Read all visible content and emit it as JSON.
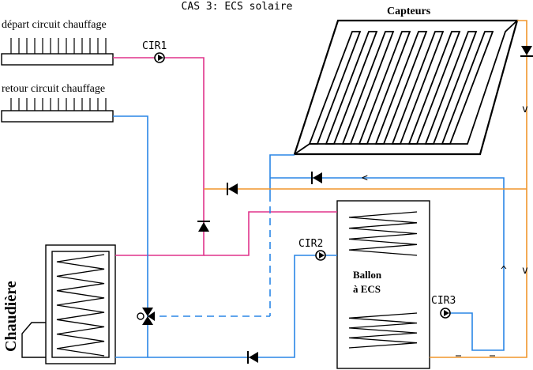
{
  "title": "CAS 3: ECS solaire",
  "labels": {
    "depart": "départ circuit chauffage",
    "retour": "retour circuit chauffage",
    "capteurs": "Capteurs",
    "chaudiere": "Chaudière",
    "ballon_line1": "Ballon",
    "ballon_line2": "à ECS"
  },
  "pumps": {
    "cir1": "CIR1",
    "cir2": "CIR2",
    "cir3": "CIR3"
  },
  "flow_marks": {
    "right_down_1": "v",
    "right_down_2": "v",
    "right_up": "^",
    "top_return": "<"
  },
  "colors": {
    "hot_heating": "#e0348c",
    "cold_return": "#2a86e6",
    "solar": "#f0962c"
  },
  "icons": {
    "pump": "pump-icon",
    "check_valve": "check-valve-icon",
    "three_way_valve": "three-way-valve-icon"
  }
}
